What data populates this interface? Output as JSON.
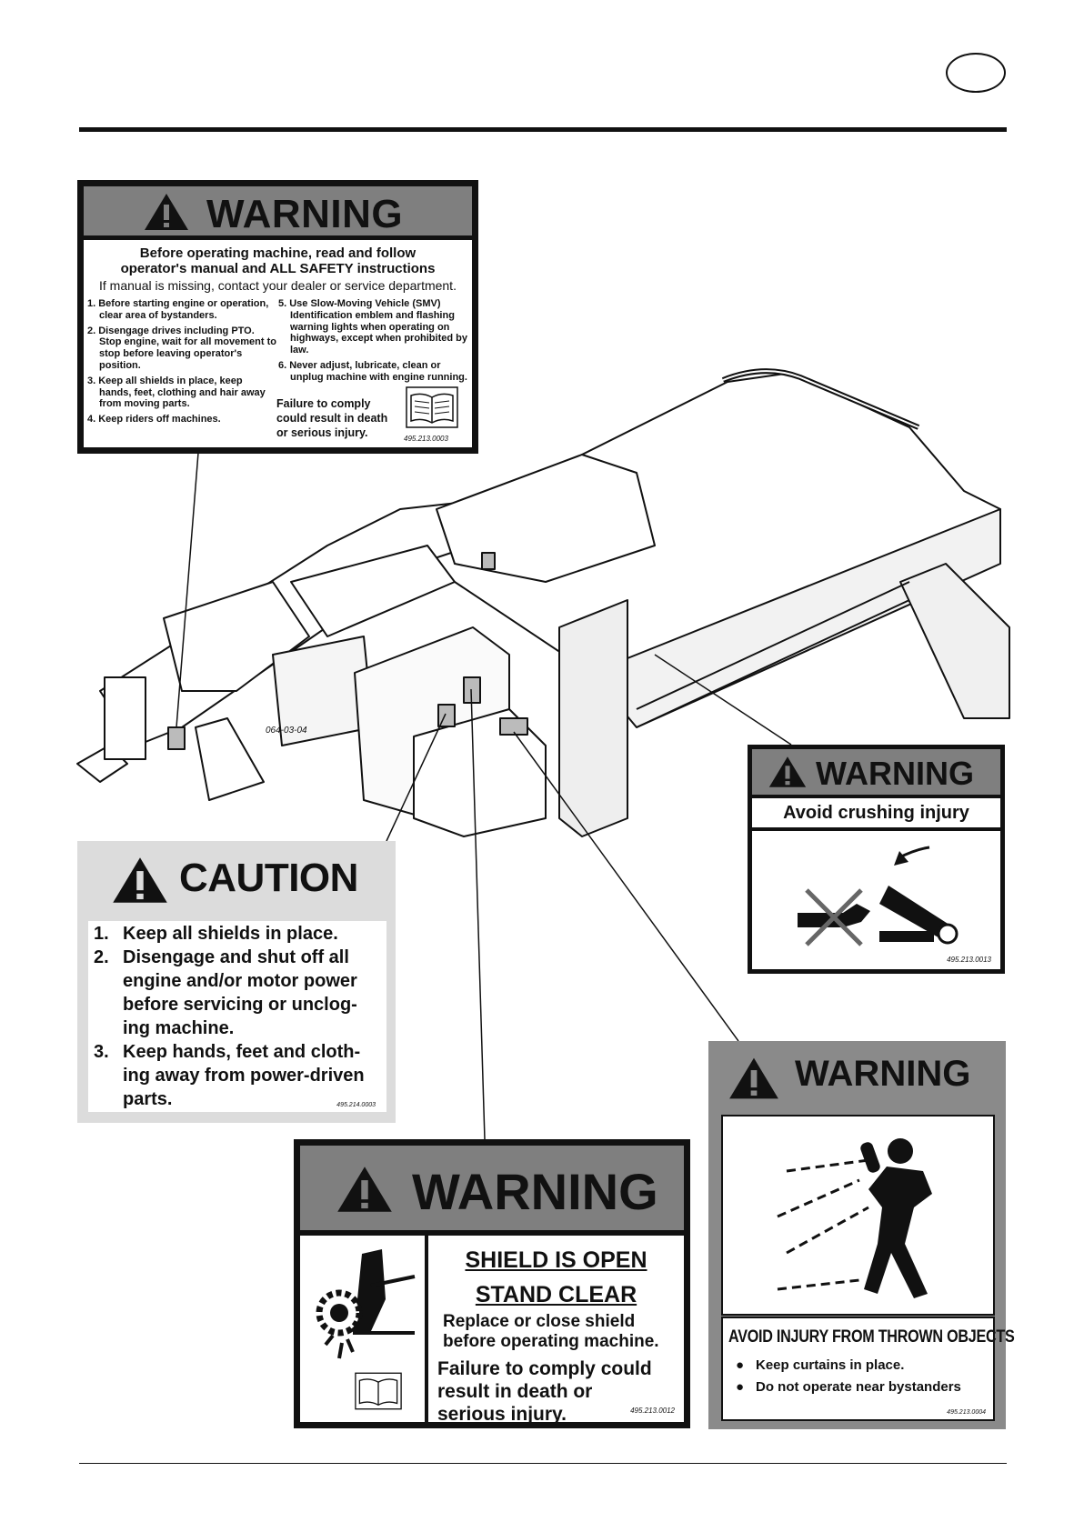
{
  "page": {
    "figure_code": "064-03-04"
  },
  "warning_general": {
    "title": "WARNING",
    "intro_line1": "Before operating machine, read and follow",
    "intro_line2": "operator's manual and ALL SAFETY instructions",
    "intro_line3": "If manual is missing, contact your dealer or service department.",
    "items_left": [
      "1. Before starting engine or operation, clear area of bystanders.",
      "2. Disengage drives including PTO. Stop engine, wait for all movement to stop before leaving operator's position.",
      "3. Keep all shields in place, keep hands, feet, clothing and hair away from moving parts.",
      "4. Keep riders off machines."
    ],
    "items_right": [
      "5. Use Slow-Moving Vehicle (SMV) Identification emblem and flashing warning lights when operating on highways, except when prohibited by law.",
      "6. Never adjust, lubricate, clean or unplug machine with engine running."
    ],
    "fail_line1": "Failure to comply",
    "fail_line2": "could result in death",
    "fail_line3": "or serious injury.",
    "code": "495.213.0003"
  },
  "warning_crush": {
    "title": "WARNING",
    "subtitle": "Avoid crushing injury",
    "code": "495.213.0013"
  },
  "caution": {
    "title": "CAUTION",
    "items": [
      {
        "num": "1.",
        "text": "Keep all shields in place."
      },
      {
        "num": "2.",
        "text": "Disengage and shut off all engine and/or motor power before servicing or unclog-ing machine."
      },
      {
        "num": "3.",
        "text": "Keep hands, feet and cloth-ing away from power-driven parts."
      }
    ],
    "code": "495.214.0003"
  },
  "warning_shield": {
    "title": "WARNING",
    "line1": "SHIELD IS OPEN",
    "line2": "STAND CLEAR",
    "line3": "Replace or close shield",
    "line4": "before operating machine.",
    "line5": "Failure to comply could",
    "line6": "result in death or",
    "line7": "serious injury.",
    "code": "495.213.0012"
  },
  "warning_thrown": {
    "title": "WARNING",
    "heading": "AVOID INJURY FROM THROWN OBJECTS",
    "bullets": [
      "Keep curtains in place.",
      "Do not operate near bystanders"
    ],
    "code": "495.213.0004"
  },
  "icons": [
    "warning-triangle-icon",
    "manual-book-icon",
    "crush-hazard-icon",
    "rotating-gear-hazard-icon",
    "thrown-objects-hazard-icon"
  ]
}
